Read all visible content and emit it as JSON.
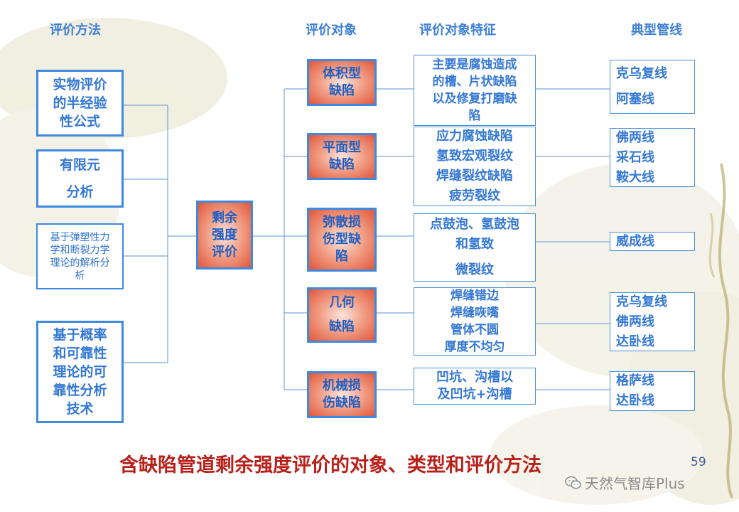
{
  "headers": {
    "methods": "评价方法",
    "objects": "评价对象",
    "features": "评价对象特征",
    "pipelines": "典型管线"
  },
  "methods": [
    {
      "lines": [
        "实物评价",
        "的半经验",
        "性公式"
      ]
    },
    {
      "lines": [
        "有限元",
        "分析"
      ]
    },
    {
      "lines": [
        "基于弹塑性力",
        "学和断裂力学",
        "理论的解析分",
        "析"
      ]
    },
    {
      "lines": [
        "基于概率",
        "和可靠性",
        "理论的可",
        "靠性分析",
        "技术"
      ]
    }
  ],
  "center": {
    "lines": [
      "剩余",
      "强度",
      "评价"
    ]
  },
  "objects": [
    {
      "lines": [
        "体积型",
        "缺陷"
      ]
    },
    {
      "lines": [
        "平面型",
        "缺陷"
      ]
    },
    {
      "lines": [
        "弥散损",
        "伤型缺",
        "陷"
      ]
    },
    {
      "lines": [
        "几何",
        "缺陷"
      ]
    },
    {
      "lines": [
        "机械损",
        "伤缺陷"
      ]
    }
  ],
  "features": [
    {
      "lines": [
        "主要是腐蚀造成",
        "的槽、片状缺陷",
        "以及修复打磨缺",
        "陷"
      ]
    },
    {
      "lines": [
        "应力腐蚀缺陷",
        "氢致宏观裂纹",
        "焊缝裂纹缺陷",
        "疲劳裂纹"
      ]
    },
    {
      "lines": [
        "点鼓泡、氢鼓泡",
        "和氢致",
        "微裂纹"
      ]
    },
    {
      "lines": [
        "焊缝错边",
        "焊缝咴嘴",
        "管体不圆",
        "厚度不均匀"
      ]
    },
    {
      "lines": [
        "凹坑、沟槽以",
        "及凹坑+沟槽"
      ]
    }
  ],
  "pipelines": [
    {
      "lines": [
        "克乌复线",
        "阿塞线"
      ]
    },
    {
      "lines": [
        "佛两线",
        "采石线",
        "鞍大线"
      ]
    },
    {
      "lines": [
        "威成线"
      ]
    },
    {
      "lines": [
        "克乌复线",
        "佛两线",
        "达卧线"
      ]
    },
    {
      "lines": [
        "格萨线",
        "达卧线"
      ]
    }
  ],
  "title": "含缺陷管道剩余强度评价的对象、类型和评价方法",
  "page_number": "59",
  "watermark": "天然气智库Plus",
  "colors": {
    "box_border": "#3d8ae0",
    "box_text": "#3478d4",
    "title": "#b8201a",
    "header": "#3d7fd6",
    "gradient_center": "#fbe3dc",
    "gradient_edge": "#e0573a"
  }
}
